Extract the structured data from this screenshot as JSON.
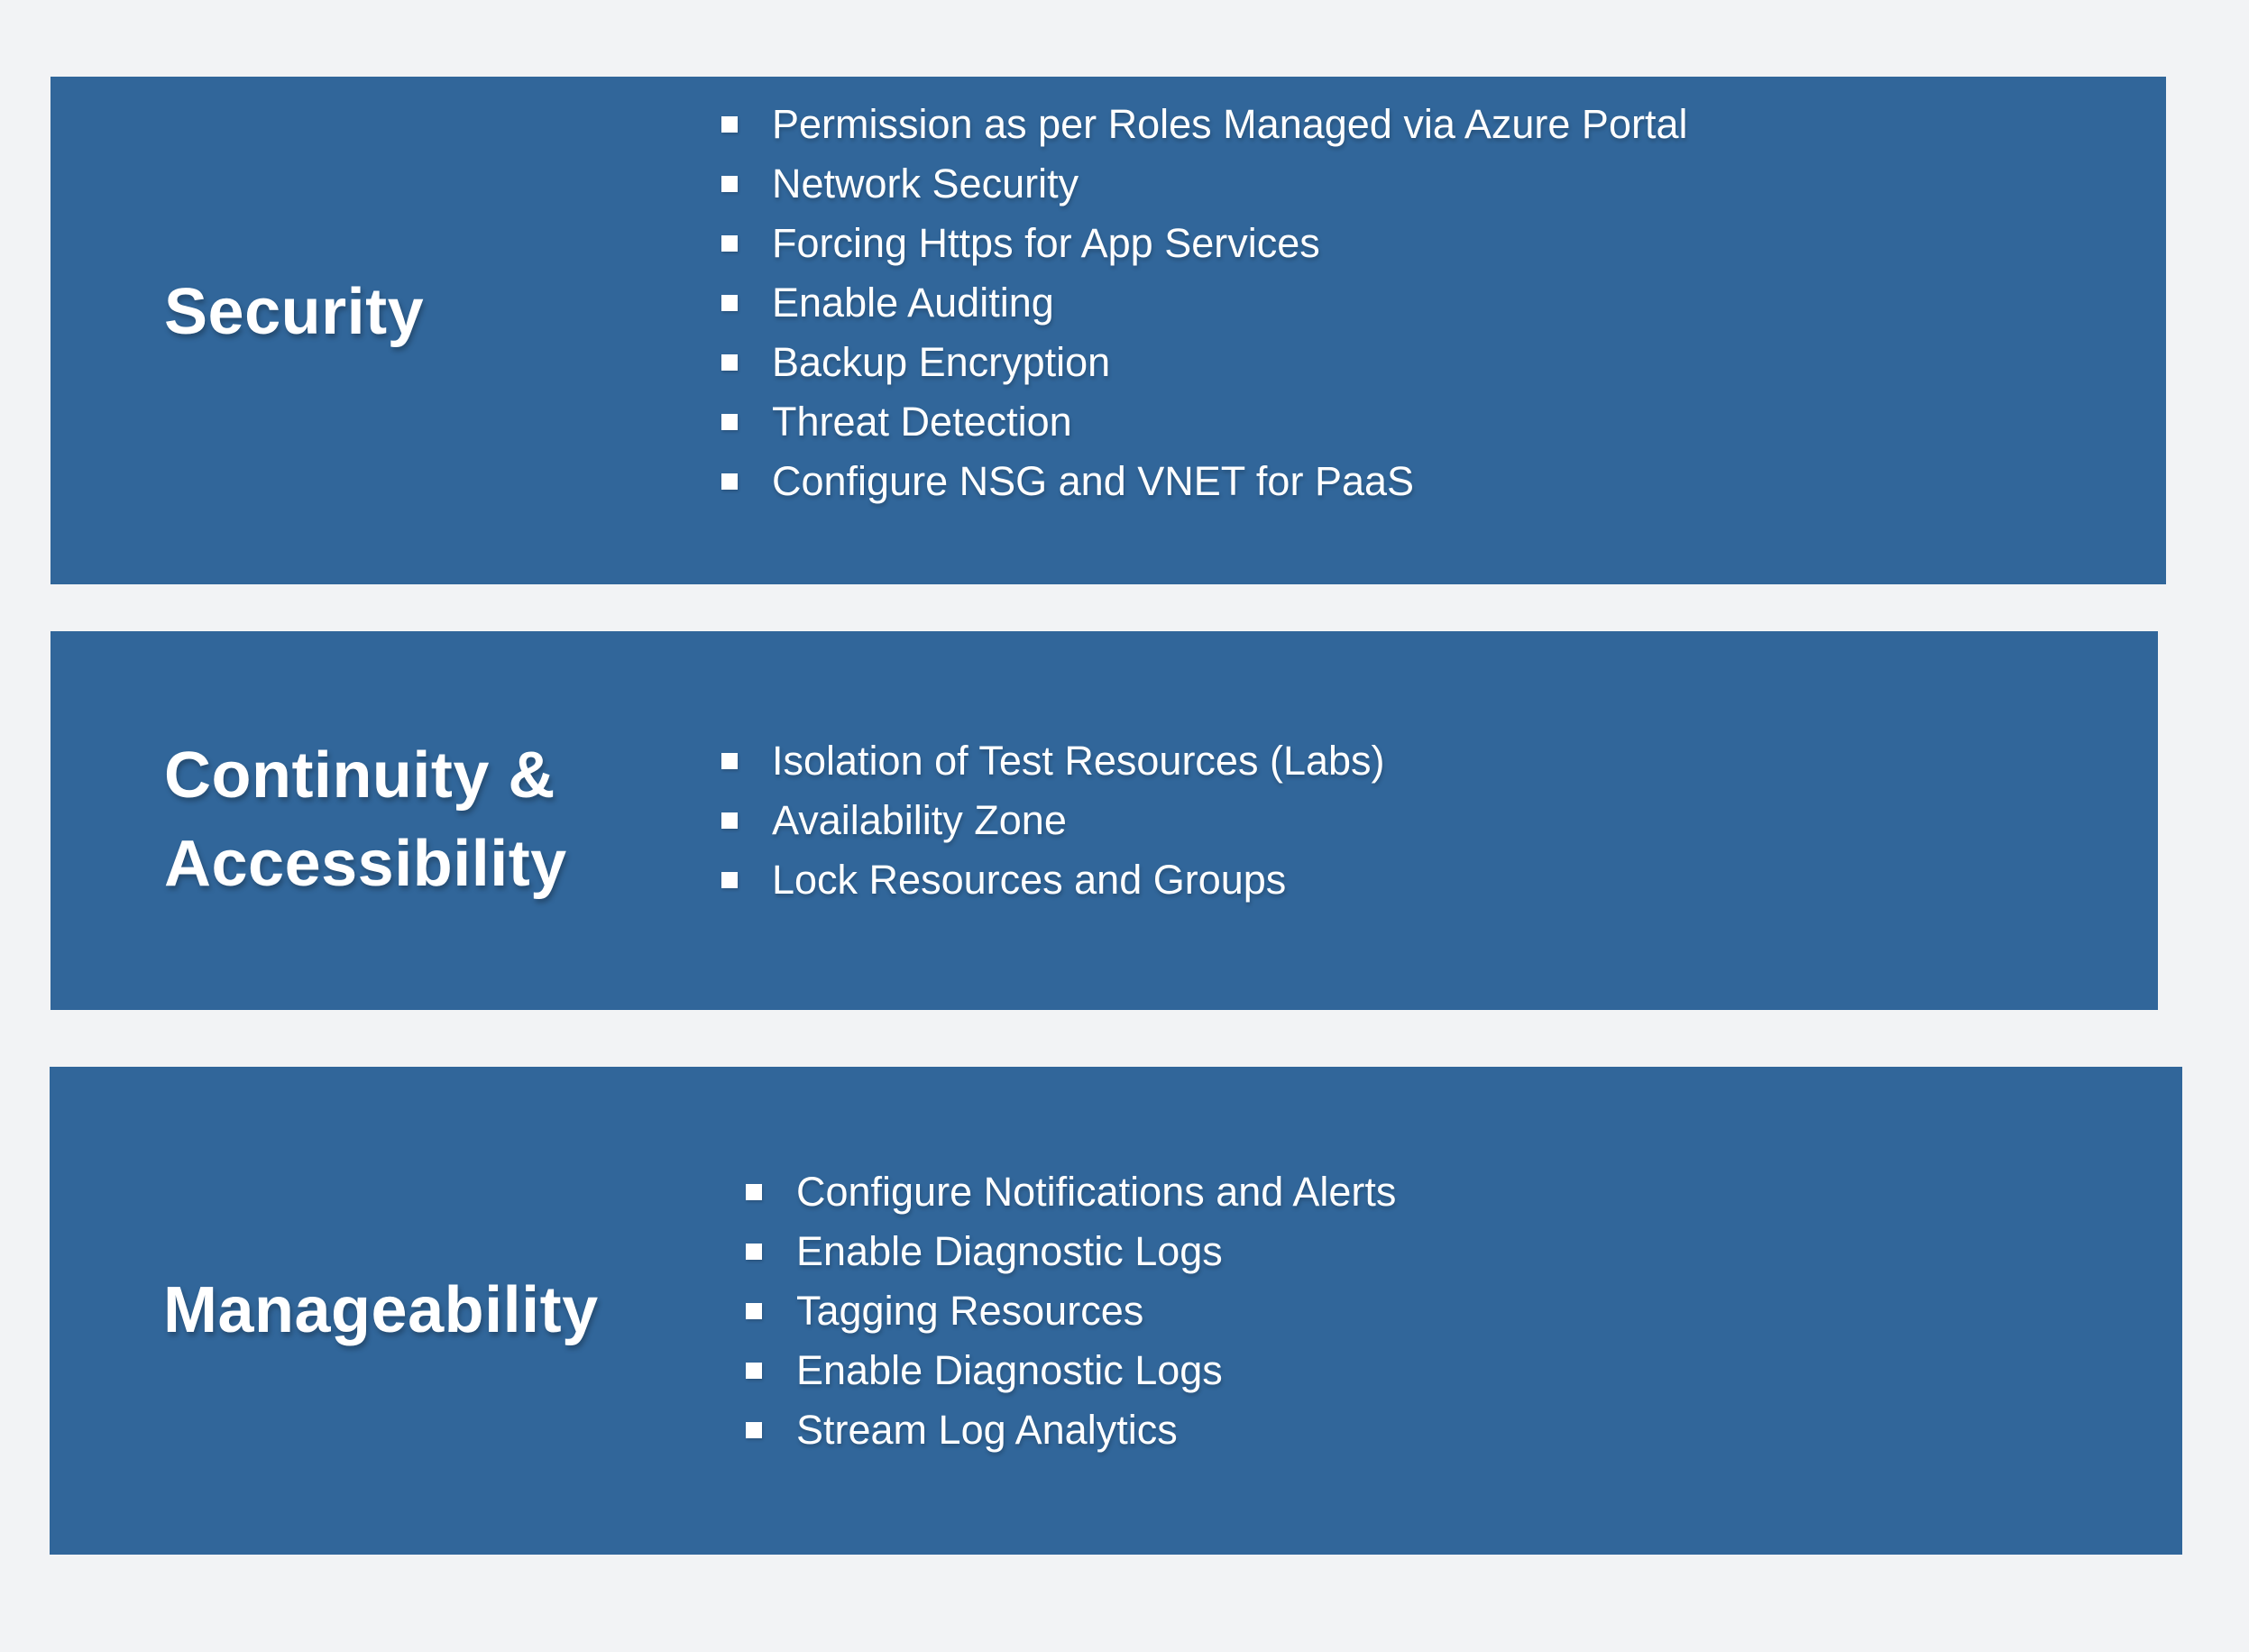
{
  "canvas": {
    "background_color": "#f2f3f5",
    "panel_color": "#31669a",
    "text_color": "#ffffff",
    "bullet_icon": "square-bullet-icon"
  },
  "panels": [
    {
      "title": "Security",
      "items": [
        "Permission as per Roles Managed via Azure Portal",
        "Network Security",
        "Forcing Https for App Services",
        "Enable Auditing",
        "Backup Encryption",
        "Threat Detection",
        "Configure NSG and VNET for PaaS"
      ]
    },
    {
      "title": "Continuity & Accessibility",
      "items": [
        "Isolation of Test Resources (Labs)",
        "Availability Zone",
        "Lock Resources and Groups"
      ]
    },
    {
      "title": "Manageability",
      "items": [
        "Configure Notifications and Alerts",
        "Enable Diagnostic Logs",
        "Tagging Resources",
        "Enable Diagnostic Logs",
        "Stream Log Analytics"
      ]
    }
  ]
}
